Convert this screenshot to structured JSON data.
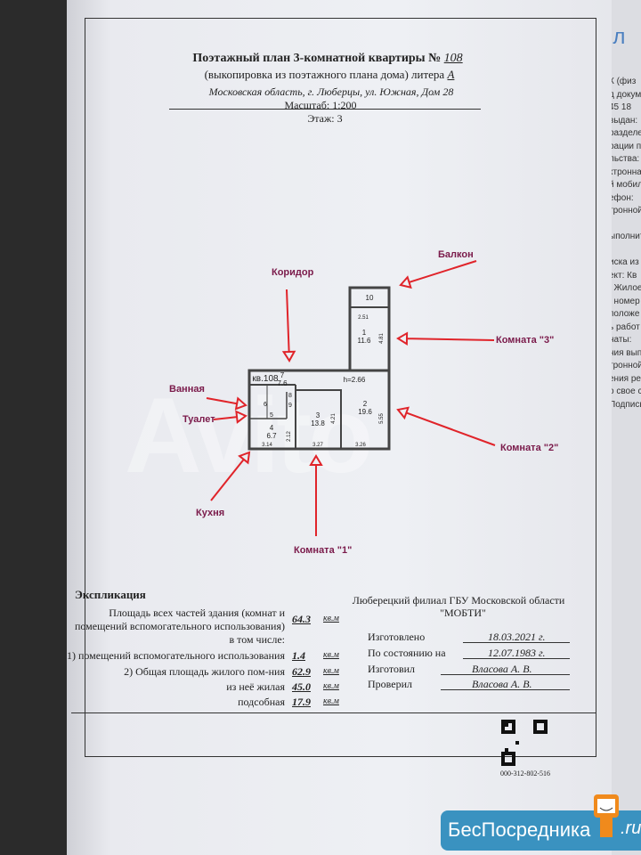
{
  "header": {
    "title_prefix": "Поэтажный план 3-комнатной квартиры №",
    "apartment_number": "108",
    "subtitle_prefix": "(выкопировка из поэтажного плана дома) литера",
    "litera": "А",
    "address": "Московская область, г. Люберцы, ул. Южная, Дом 28",
    "scale": "Масштаб: 1:200",
    "floor": "Этаж: 3"
  },
  "plan": {
    "apt_label": "кв.108",
    "height": "h=2.66",
    "rooms": [
      {
        "num": "1",
        "area": "11.6",
        "dim": "4.81"
      },
      {
        "num": "2",
        "area": "19.6",
        "dim": "5.55"
      },
      {
        "num": "3",
        "area": "13.8",
        "dim": "4.21"
      },
      {
        "num": "4",
        "area": "6.7",
        "dim": "2.12"
      },
      {
        "num": "5"
      },
      {
        "num": "6"
      },
      {
        "num": "7",
        "area": "7.6"
      },
      {
        "num": "8"
      },
      {
        "num": "9"
      },
      {
        "num": "10"
      }
    ],
    "widths": [
      "2.51",
      "3.14",
      "3.27",
      "3.26"
    ]
  },
  "annotations": {
    "corridor": "Коридор",
    "balcony": "Балкон",
    "room3": "Комната \"3\"",
    "room2": "Комната \"2\"",
    "room1": "Комната \"1\"",
    "bathroom": "Ванная",
    "toilet": "Туалет",
    "kitchen": "Кухня"
  },
  "explication": {
    "heading": "Экспликация",
    "total_label_1": "Площадь всех частей здания (комнат и",
    "total_label_2": "помещений вспомогательного использования)",
    "total_value": "64.3",
    "including": "в том числе:",
    "aux_label": "1) помещений вспомогательного использования",
    "aux_value": "1.4",
    "common_label": "2) Общая площадь жилого пом-ния",
    "common_value": "62.9",
    "living_label": "из неё жилая",
    "living_value": "45.0",
    "utility_label": "подсобная",
    "utility_value": "17.9",
    "unit": "кв.м"
  },
  "organization": {
    "name_1": "Люберецкий филиал ГБУ Московской области",
    "name_2": "\"МОБТИ\"",
    "made_label": "Изготовлено",
    "made_value": "18.03.2021 г.",
    "state_label": "По состоянию на",
    "state_value": "12.07.1983 г.",
    "maker_label": "Изготовил",
    "maker_value": "Власова А. В.",
    "checker_label": "Проверил",
    "checker_value": "Власова А. В."
  },
  "qr_number": "000-312-802-516",
  "watermark": "Avito",
  "logo": {
    "name": "БесПосредника",
    "tld": ".ru"
  },
  "background_page": {
    "title": "опл",
    "lines": [
      "К  (физ",
      "д докум",
      "45 18",
      "выдан:",
      "разделе",
      "рации п",
      "льства:",
      "ктронна",
      "й мобил",
      "ефон:",
      "тронной",
      "",
      "ыполнит",
      "",
      "иска из",
      "ект: Кв",
      ". Жилое",
      ". номер",
      "положе",
      "ь работ (",
      "наты:",
      "ния вып",
      "тронной",
      "ения ре",
      "о свое со",
      "Подпись"
    ]
  },
  "colors": {
    "arrow": "#e0242a",
    "label": "#7a1a4a",
    "logo": "#3a92c0"
  }
}
